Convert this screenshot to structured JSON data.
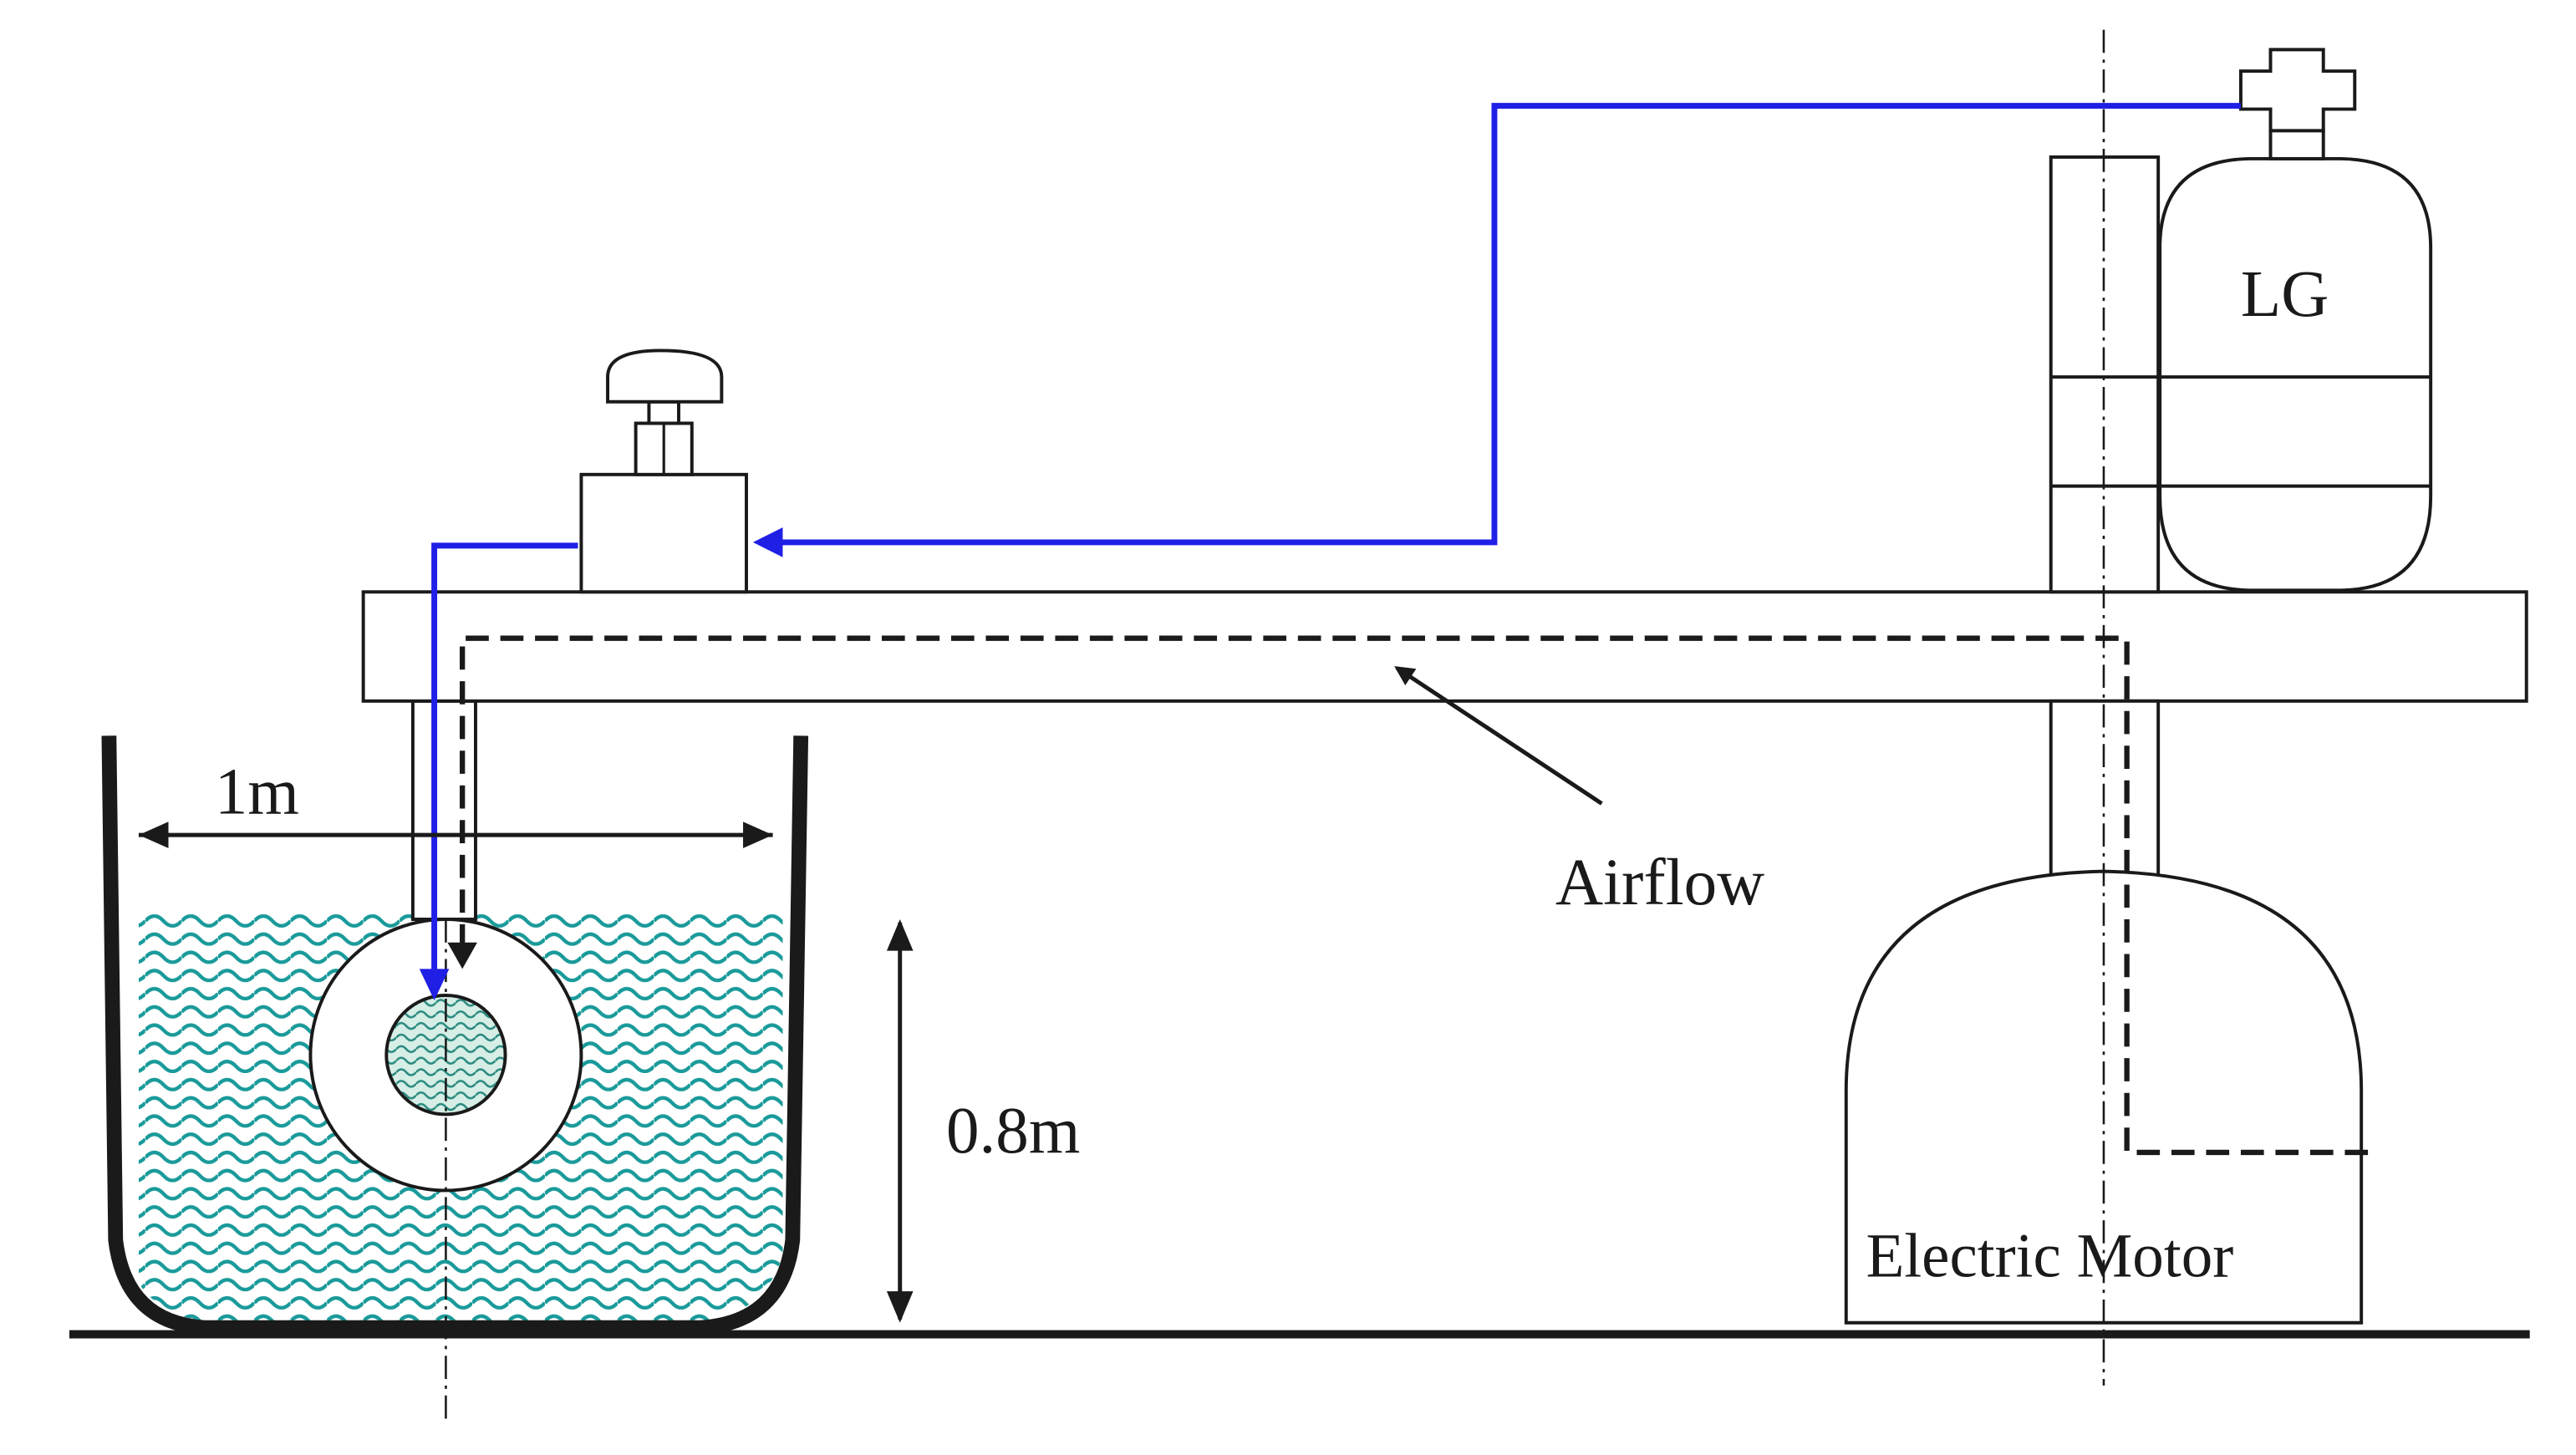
{
  "labels": {
    "tank_width": "1m",
    "depth": "0.8m",
    "airflow": "Airflow",
    "cylinder": "LG",
    "motor": "Electric Motor"
  },
  "colors": {
    "gas_line": "#1f1fe6",
    "water": "#1a9a9a",
    "core_fill": "#d6eee6",
    "outline": "#1a1a1a"
  }
}
